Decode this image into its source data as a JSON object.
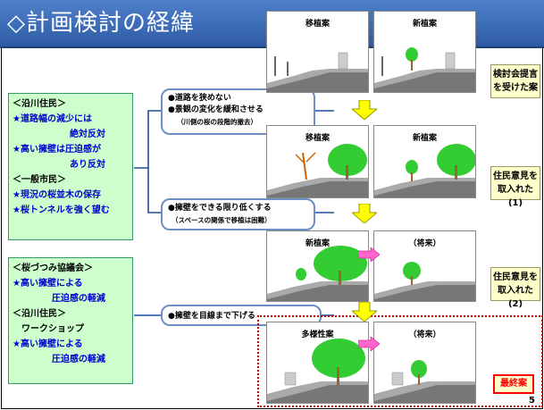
{
  "title": "◇計画検討の経緯",
  "page_number": "5",
  "left_box_1": {
    "line1": "＜沿川住民＞",
    "line2": "★道路幅の減少には",
    "line3": "絶対反対",
    "line4": "★高い擁壁は圧迫感が",
    "line5": "あり反対",
    "line6": "＜一般市民＞",
    "line7": "★現況の桜並木の保存",
    "line8": "★桜トンネルを強く望む"
  },
  "left_box_2": {
    "line1": "＜桜づつみ協議会＞",
    "line2": "★高い擁壁による",
    "line3": "圧迫感の軽減",
    "line4": "＜沿川住民＞",
    "line5": "ワークショップ",
    "line6": "★高い擁壁による",
    "line7": "圧迫感の軽減"
  },
  "mid_box_1": {
    "line1": "●道路を狭めない",
    "line2": "●景観の変化を緩和させる",
    "line3": "（川側の桜の段階的撤去）"
  },
  "mid_box_2": {
    "line1": "●擁壁をできる限り低くする",
    "line2": "（スペースの関係で移植は困難）"
  },
  "mid_box_3": {
    "line1": "●擁壁を目線まで下げる"
  },
  "rows": [
    {
      "left_label": "移植案",
      "right_label": "新植案",
      "note": "検討会提言を受けた案"
    },
    {
      "left_label": "移植案",
      "right_label": "新植案",
      "note": "住民意見を取入れた(1)"
    },
    {
      "left_label": "新植案",
      "right_label": "（将来）",
      "note": "住民意見を取入れた(2)"
    },
    {
      "left_label": "多様性案",
      "right_label": "（将来）",
      "note": "最終案"
    }
  ],
  "notes": {
    "row1_a": "検討会提言",
    "row1_b": "を受けた案",
    "row2_a": "住民意見を",
    "row2_b": "取入れた(1)",
    "row3_a": "住民意見を",
    "row3_b": "取入れた(2)",
    "final": "最終案"
  },
  "colors": {
    "title_bar": "#3d6db8",
    "green_box": "#ccffcc",
    "blue_text": "#0000cc",
    "note_box": "#ffffcc",
    "final_red": "#ff0000",
    "arrow_yellow": "#ffff00",
    "arrow_pink": "#ff66cc"
  }
}
